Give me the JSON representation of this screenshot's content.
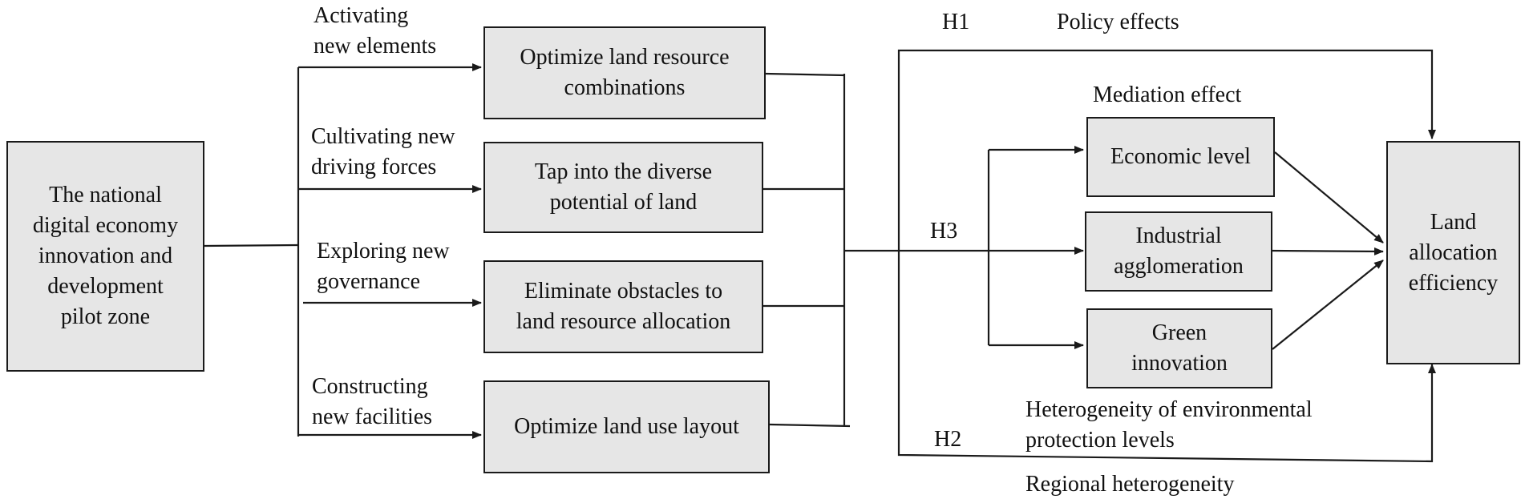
{
  "boxes": {
    "pilot_zone": "The national\ndigital economy\ninnovation and\ndevelopment\npilot zone",
    "optimize_combinations": "Optimize land resource\ncombinations",
    "tap_potential": "Tap into the diverse\npotential of land",
    "eliminate_obstacles": "Eliminate obstacles to\nland resource allocation",
    "optimize_layout": "Optimize land use layout",
    "economic_level": "Economic level",
    "industrial_agglomeration": "Industrial\nagglomeration",
    "green_innovation": "Green\ninnovation",
    "land_efficiency": "Land\nallocation\nefficiency"
  },
  "labels": {
    "activating": "Activating\nnew elements",
    "cultivating": "Cultivating new\ndriving forces",
    "exploring": "Exploring new\ngovernance",
    "constructing": "Constructing\nnew facilities",
    "h1": "H1",
    "policy_effects": "Policy effects",
    "mediation_effect": "Mediation effect",
    "h3": "H3",
    "h2": "H2",
    "env_heterogeneity": "Heterogeneity of environmental\nprotection levels",
    "regional_heterogeneity": "Regional heterogeneity"
  }
}
